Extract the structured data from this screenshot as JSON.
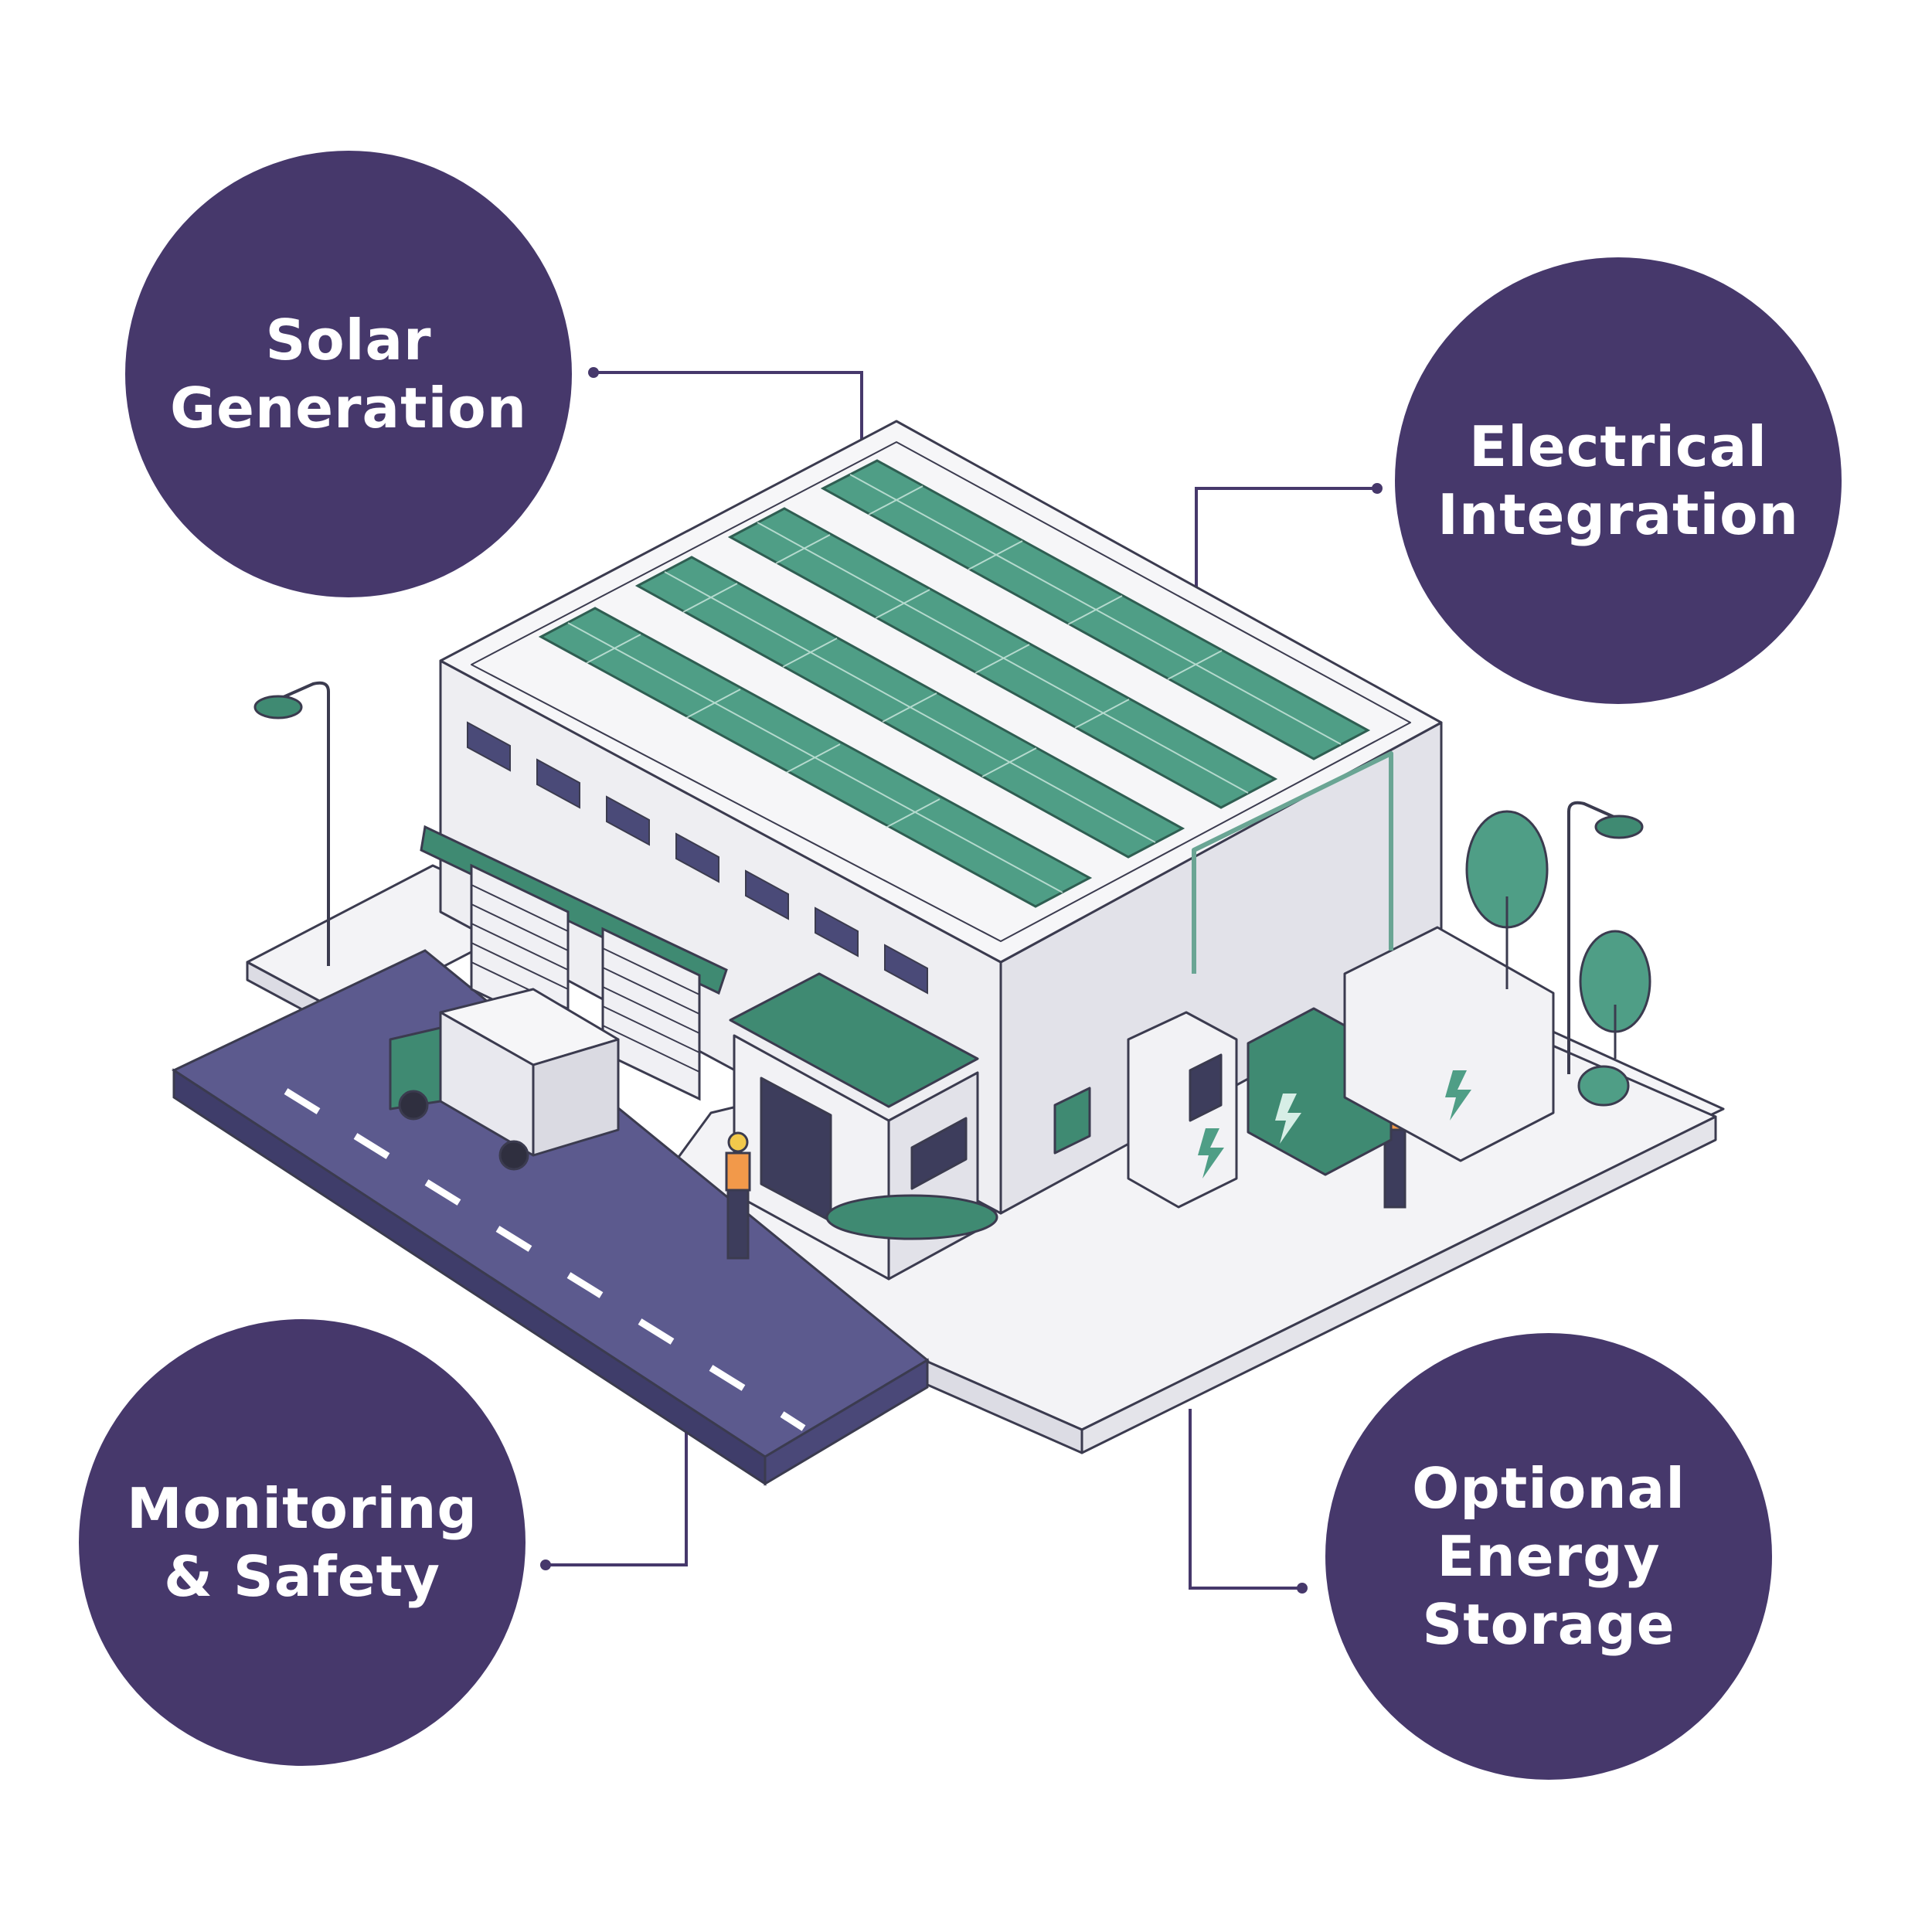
{
  "colors": {
    "callout_bg": "#46386b",
    "panel_green": "#4f9e86",
    "accent_green": "#3f8a72",
    "road": "#5c5a8e",
    "outline": "#3b3b4f",
    "connector": "#46386b",
    "wall": "#eeeef2",
    "roof": "#f6f6f8"
  },
  "callouts": [
    {
      "id": "solar",
      "label": "Solar\nGeneration"
    },
    {
      "id": "electrical",
      "label": "Electrical\nIntegration"
    },
    {
      "id": "monitoring",
      "label": "Monitoring\n& Safety"
    },
    {
      "id": "storage",
      "label": "Optional\nEnergy\nStorage"
    }
  ],
  "icons": {
    "bolt": "lightning-bolt-icon"
  }
}
